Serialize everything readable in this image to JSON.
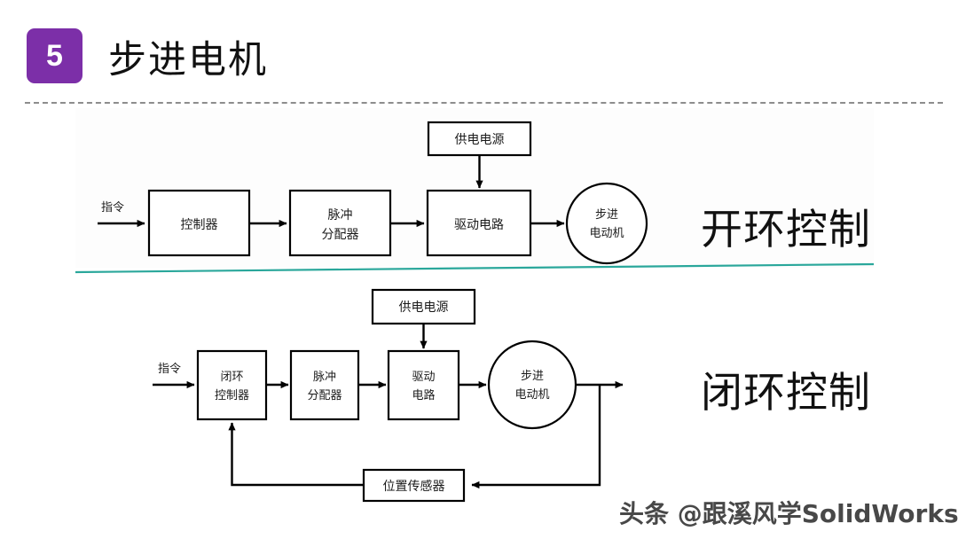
{
  "header": {
    "badge_number": "5",
    "title": "步进电机",
    "badge_color": "#7c2fa8",
    "divider_color": "#8d8d8d"
  },
  "theme": {
    "accent_teal": "#2aa79b",
    "line_color": "#000000",
    "background": "#ffffff"
  },
  "diagrams": [
    {
      "id": "open-loop",
      "caption": "开环控制",
      "input_label": "指令",
      "blocks": [
        {
          "name": "power-supply",
          "label": "供电电源"
        },
        {
          "name": "controller",
          "label": "控制器"
        },
        {
          "name": "pulse-distributor",
          "label_line1": "脉冲",
          "label_line2": "分配器"
        },
        {
          "name": "drive-circuit",
          "label": "驱动电路"
        },
        {
          "name": "stepper-motor",
          "label_line1": "步进",
          "label_line2": "电动机"
        }
      ]
    },
    {
      "id": "closed-loop",
      "caption": "闭环控制",
      "input_label": "指令",
      "blocks": [
        {
          "name": "power-supply",
          "label": "供电电源"
        },
        {
          "name": "closed-loop-controller",
          "label_line1": "闭环",
          "label_line2": "控制器"
        },
        {
          "name": "pulse-distributor",
          "label_line1": "脉冲",
          "label_line2": "分配器"
        },
        {
          "name": "drive-circuit",
          "label_line1": "驱动",
          "label_line2": "电路"
        },
        {
          "name": "stepper-motor",
          "label_line1": "步进",
          "label_line2": "电动机"
        },
        {
          "name": "position-sensor",
          "label": "位置传感器"
        }
      ]
    }
  ],
  "watermark": {
    "text": "头条 @跟溪风学SolidWorks"
  }
}
